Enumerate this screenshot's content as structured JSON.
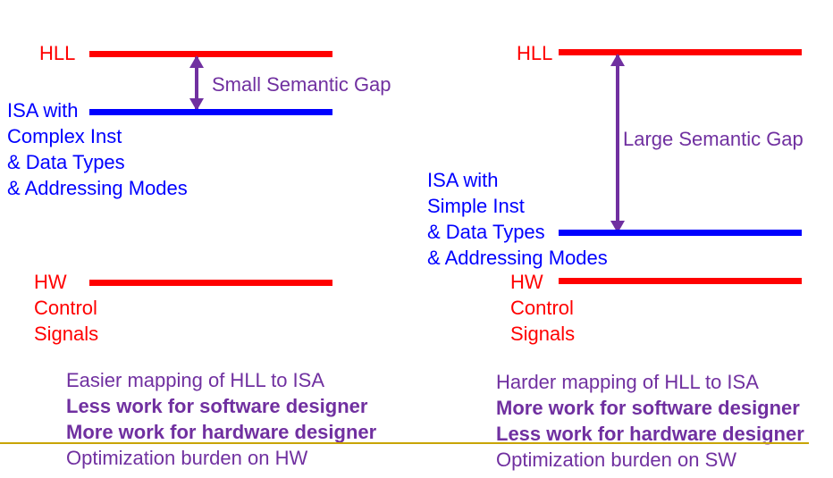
{
  "left": {
    "hll": "HLL",
    "isa": [
      "ISA with",
      "Complex Inst",
      "& Data Types",
      "& Addressing Modes"
    ],
    "gap": "Small Semantic Gap",
    "hw": [
      "HW",
      "Control",
      "Signals"
    ],
    "notes": [
      "Easier mapping of HLL to ISA",
      "Less work for software designer",
      "More work for hardware designer",
      "Optimization burden on HW"
    ]
  },
  "right": {
    "hll": "HLL",
    "isa": [
      "ISA with",
      "Simple Inst",
      "& Data Types",
      "& Addressing Modes"
    ],
    "gap": "Large Semantic Gap",
    "hw": [
      "HW",
      "Control",
      "Signals"
    ],
    "notes": [
      "Harder mapping of HLL to ISA",
      "More work for software designer",
      "Less work for hardware designer",
      "Optimization burden on SW"
    ]
  }
}
